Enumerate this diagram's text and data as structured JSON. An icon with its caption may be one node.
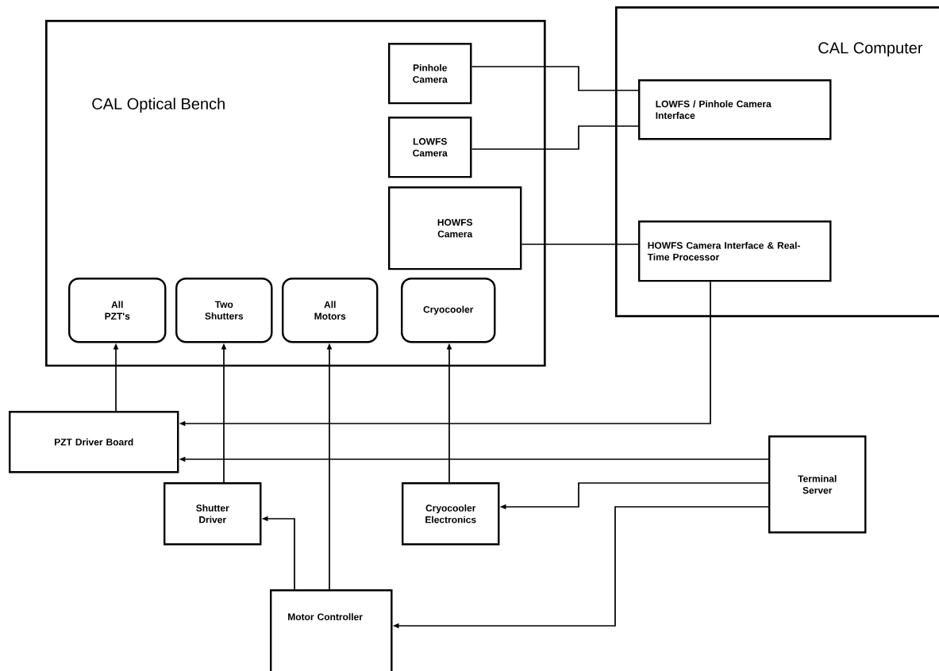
{
  "diagram": {
    "nodes": [
      {
        "text": [
          "CAL Optical Bench"
        ]
      },
      {
        "text": [
          "Pinhole Camera"
        ],
        "in": 0
      },
      {
        "text": [
          "LOWFS Camera"
        ],
        "in": 0
      },
      {
        "text": [
          "HOWFS Camera"
        ],
        "in": 0
      },
      {
        "text": [
          "All PZT's"
        ],
        "in": 0
      },
      {
        "text": [
          "Two Shutters"
        ],
        "in": 0
      },
      {
        "text": [
          "All Motors"
        ],
        "in": 0
      },
      {
        "text": [
          "Cryocooler"
        ],
        "in": 0
      },
      {
        "text": [
          "CAL Computer"
        ]
      },
      {
        "text": [
          "LOWFS / Pinhole Camera Interface"
        ],
        "in": 8
      },
      {
        "text": [
          "HOWFS Camera Interface & Real-Time Processor"
        ],
        "in": 8
      },
      {
        "text": [
          "PZT Driver Board"
        ]
      },
      {
        "text": [
          "Shutter Driver"
        ]
      },
      {
        "text": [
          "Cryocooler Electronics"
        ]
      },
      {
        "text": [
          "Terminal Server"
        ]
      },
      {
        "text": [
          "Motor Controller"
        ]
      }
    ],
    "edges": [
      {
        "from": 1,
        "to": 9,
        "arrow": "none"
      },
      {
        "from": 2,
        "to": 9,
        "arrow": "none"
      },
      {
        "from": 3,
        "to": 10,
        "arrow": "none"
      },
      {
        "from": 10,
        "to": 11,
        "arrow": "to"
      },
      {
        "from": 14,
        "to": 11,
        "arrow": "to"
      },
      {
        "from": 11,
        "to": 4,
        "arrow": "to"
      },
      {
        "from": 12,
        "to": 5,
        "arrow": "to"
      },
      {
        "from": 15,
        "to": 6,
        "arrow": "to"
      },
      {
        "from": 13,
        "to": 7,
        "arrow": "to"
      },
      {
        "from": 14,
        "to": 13,
        "arrow": "to"
      },
      {
        "from": 14,
        "to": 15,
        "arrow": "to"
      },
      {
        "from": 15,
        "to": 12,
        "arrow": "to"
      }
    ]
  }
}
